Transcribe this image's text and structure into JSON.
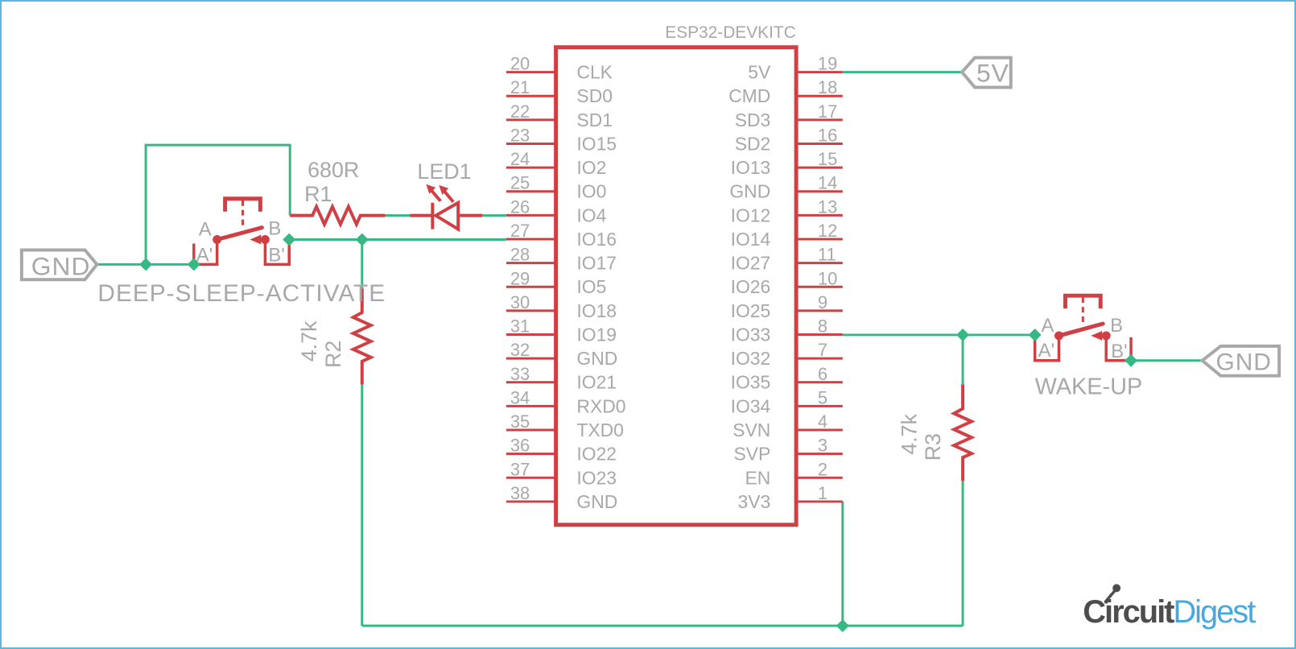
{
  "ic": {
    "title": "ESP32-DEVKITC",
    "left_pins": [
      {
        "num": "20",
        "name": "CLK"
      },
      {
        "num": "21",
        "name": "SD0"
      },
      {
        "num": "22",
        "name": "SD1"
      },
      {
        "num": "23",
        "name": "IO15"
      },
      {
        "num": "24",
        "name": "IO2"
      },
      {
        "num": "25",
        "name": "IO0"
      },
      {
        "num": "26",
        "name": "IO4"
      },
      {
        "num": "27",
        "name": "IO16"
      },
      {
        "num": "28",
        "name": "IO17"
      },
      {
        "num": "29",
        "name": "IO5"
      },
      {
        "num": "30",
        "name": "IO18"
      },
      {
        "num": "31",
        "name": "IO19"
      },
      {
        "num": "32",
        "name": "GND"
      },
      {
        "num": "33",
        "name": "IO21"
      },
      {
        "num": "34",
        "name": "RXD0"
      },
      {
        "num": "35",
        "name": "TXD0"
      },
      {
        "num": "36",
        "name": "IO22"
      },
      {
        "num": "37",
        "name": "IO23"
      },
      {
        "num": "38",
        "name": "GND"
      }
    ],
    "right_pins": [
      {
        "num": "19",
        "name": "5V"
      },
      {
        "num": "18",
        "name": "CMD"
      },
      {
        "num": "17",
        "name": "SD3"
      },
      {
        "num": "16",
        "name": "SD2"
      },
      {
        "num": "15",
        "name": "IO13"
      },
      {
        "num": "14",
        "name": "GND"
      },
      {
        "num": "13",
        "name": "IO12"
      },
      {
        "num": "12",
        "name": "IO14"
      },
      {
        "num": "11",
        "name": "IO27"
      },
      {
        "num": "10",
        "name": "IO26"
      },
      {
        "num": "9",
        "name": "IO25"
      },
      {
        "num": "8",
        "name": "IO33"
      },
      {
        "num": "7",
        "name": "IO32"
      },
      {
        "num": "6",
        "name": "IO35"
      },
      {
        "num": "5",
        "name": "IO34"
      },
      {
        "num": "4",
        "name": "SVN"
      },
      {
        "num": "3",
        "name": "SVP"
      },
      {
        "num": "2",
        "name": "EN"
      },
      {
        "num": "1",
        "name": "3V3"
      }
    ]
  },
  "flags": {
    "gnd_left": "GND",
    "v5": "5V",
    "gnd_right": "GND"
  },
  "resistors": {
    "r1": {
      "ref": "R1",
      "value": "680R"
    },
    "r2": {
      "ref": "R2",
      "value": "4.7k"
    },
    "r3": {
      "ref": "R3",
      "value": "4.7k"
    }
  },
  "led": {
    "ref": "LED1"
  },
  "switches": {
    "deep_sleep": {
      "label": "DEEP-SLEEP-ACTIVATE",
      "a": "A",
      "a_prime": "A'",
      "b": "B",
      "b_prime": "B'"
    },
    "wake_up": {
      "label": "WAKE-UP",
      "a": "A",
      "a_prime": "A'",
      "b": "B",
      "b_prime": "B'"
    }
  },
  "logo": {
    "first": "Circuit",
    "second": "Digest"
  },
  "colors": {
    "wire_green": "#36b784",
    "component_red": "#cf4045",
    "text_gray": "#a8a8a8",
    "logo_dark": "#4d4d4d",
    "logo_blue": "#47a8dd",
    "border_blue": "#5fb6d9"
  }
}
